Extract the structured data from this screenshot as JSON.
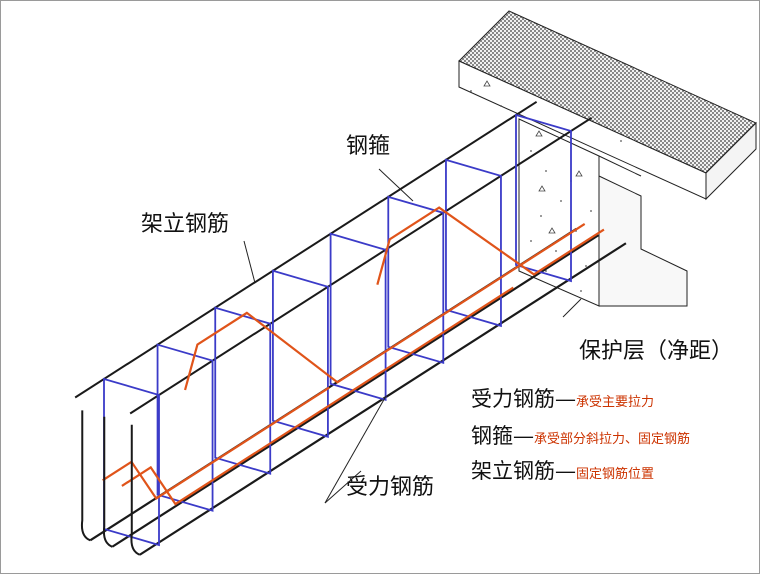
{
  "colors": {
    "stirrup": "#3b3bc8",
    "main_rebar": "#e0541a",
    "bar_black": "#1a1a1a",
    "legend_desc": "#cc3300"
  },
  "labels": {
    "stirrup_top": "钢箍",
    "erection_bar": "架立钢筋",
    "cover": "保护层（净距）",
    "main_bar_bottom": "受力钢筋"
  },
  "legend": [
    {
      "term": "受力钢筋",
      "dash": "—",
      "desc": "承受主要拉力"
    },
    {
      "term": "钢箍",
      "dash": "—",
      "desc": "承受部分斜拉力、固定钢筋"
    },
    {
      "term": "架立钢筋",
      "dash": "—",
      "desc": "固定钢筋位置"
    }
  ]
}
